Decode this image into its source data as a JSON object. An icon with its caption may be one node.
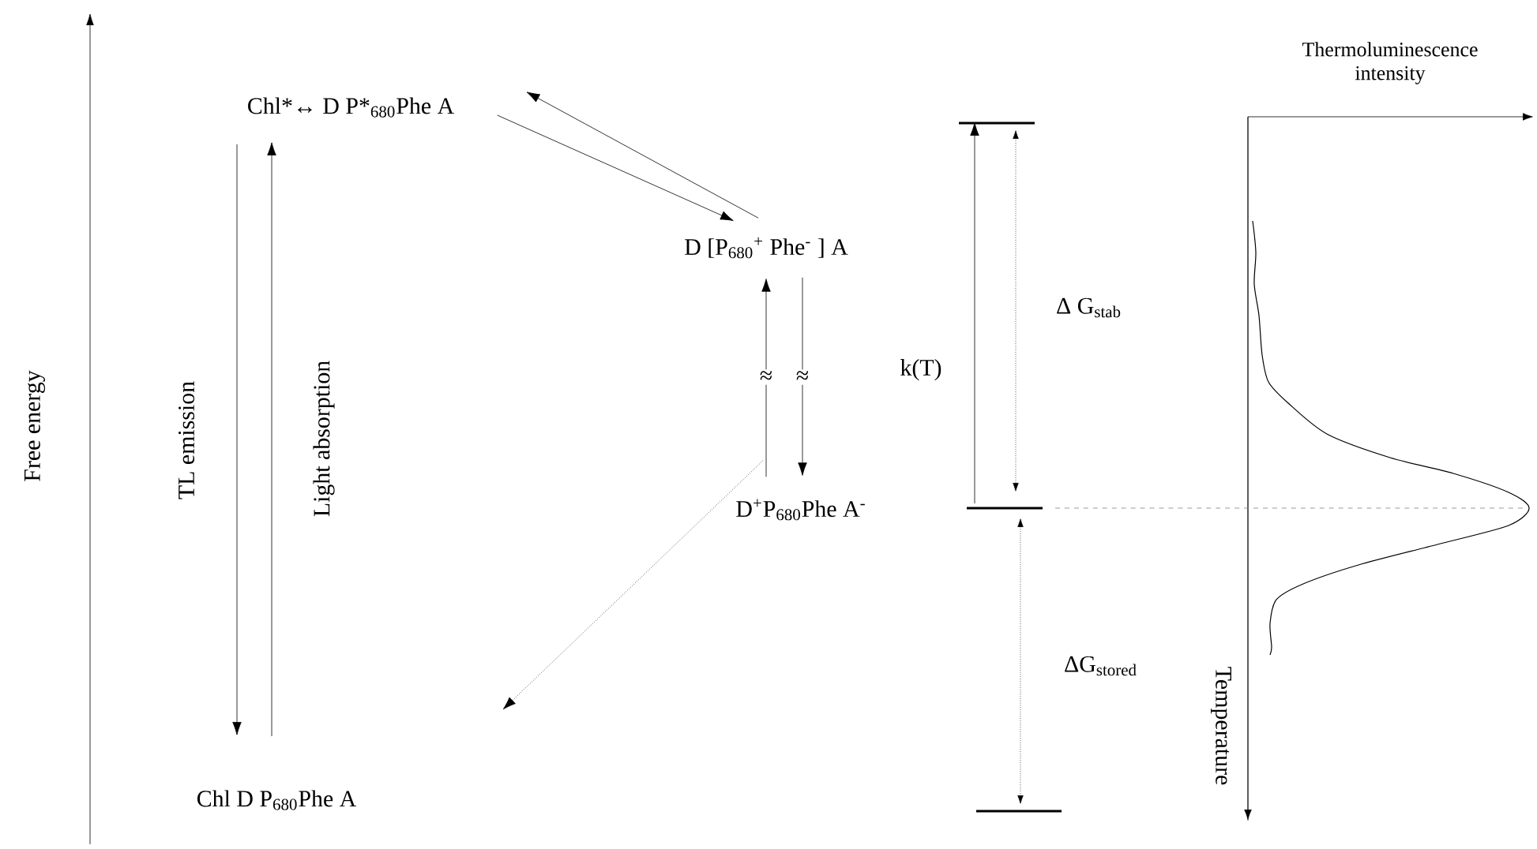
{
  "diagram": {
    "nodes": [
      {
        "text": [
          "Chl*↔ D P*$_{680}$Phe A"
        ]
      },
      {
        "text": [
          "D [P$_{680}$$^{+}$ Phe$^{-}$ ] A"
        ]
      },
      {
        "text": [
          "D$^{+}$P$_{680}$Phe A$^{-}$"
        ]
      },
      {
        "text": [
          "Chl  D P$_{680}$Phe A"
        ]
      },
      {
        "text": [],
        "shape": "bar"
      },
      {
        "text": [],
        "shape": "bar"
      },
      {
        "text": [],
        "shape": "bar"
      }
    ],
    "edges": [
      {
        "from": 0,
        "to": 1,
        "arrow": "to"
      },
      {
        "from": 1,
        "to": 0,
        "arrow": "to"
      },
      {
        "from": 0,
        "to": 3,
        "arrow": "to",
        "label": "TL emission"
      },
      {
        "from": 3,
        "to": 0,
        "arrow": "to",
        "label": "Light absorption"
      },
      {
        "from": 2,
        "to": 1,
        "arrow": "to",
        "label": "≈"
      },
      {
        "from": 1,
        "to": 2,
        "arrow": "to",
        "label": "≈"
      },
      {
        "from": 5,
        "to": 4,
        "arrow": "to",
        "label": "k(T)"
      },
      {
        "from": 2,
        "to": null,
        "arrow": "to",
        "style": "dashed"
      }
    ],
    "labels": [
      "Free energy",
      "Thermoluminescence intensity",
      "Δ G$_{stab}$",
      "ΔG$_{stored}$",
      "Temperature"
    ]
  }
}
